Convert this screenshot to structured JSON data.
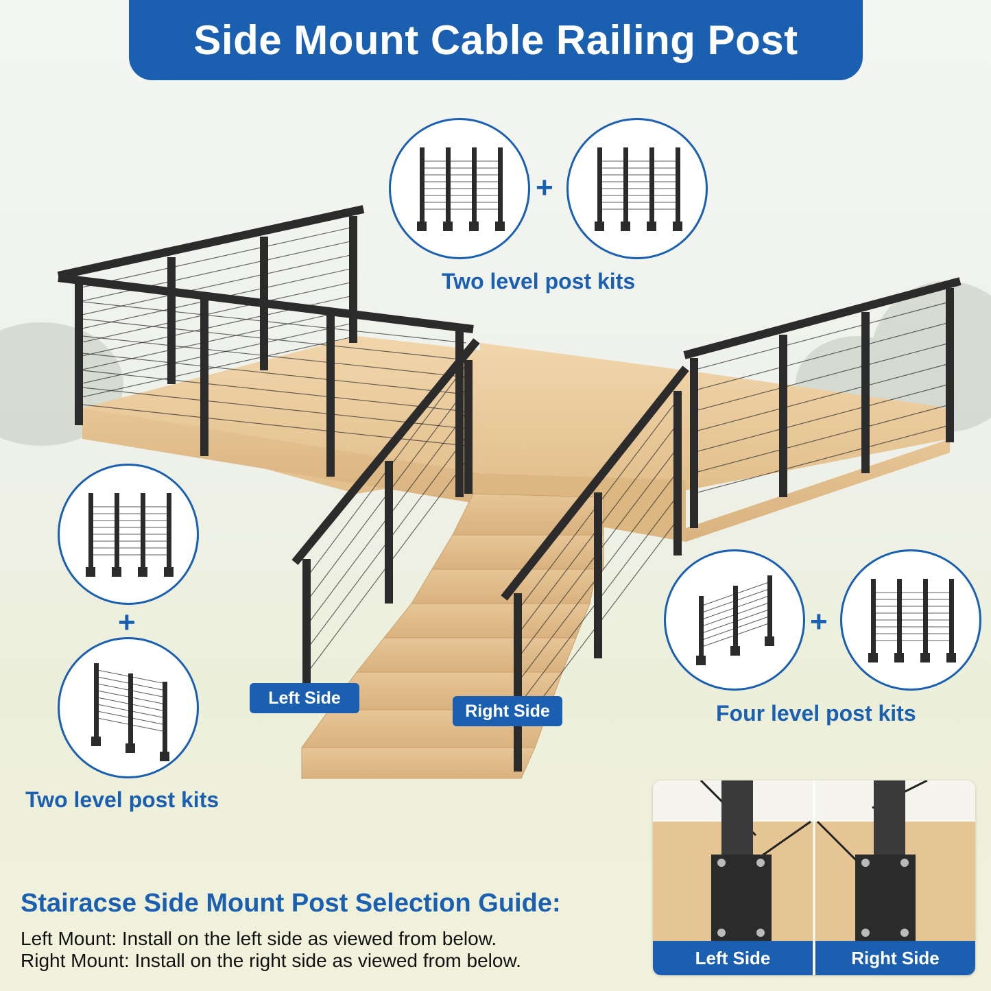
{
  "banner": {
    "title": "Side Mount Cable Railing Post"
  },
  "kits": {
    "top": {
      "label": "Two level post kits",
      "plus": "+"
    },
    "left": {
      "label": "Two level post kits",
      "plus": "+"
    },
    "right": {
      "label": "Four level post kits",
      "plus": "+"
    }
  },
  "stairs": {
    "left_tag": "Left Side",
    "right_tag": "Right Side"
  },
  "guide": {
    "title": "Stairacse Side Mount Post Selection Guide:",
    "left_mount": "Left Mount: Install on the left side as viewed from below.",
    "right_mount": "Right Mount: Install on the right side as viewed from below."
  },
  "detail": {
    "left_label": "Left Side",
    "right_label": "Right Side"
  },
  "colors": {
    "brand_blue": "#1b5fb0",
    "post_black": "#2b2b2b",
    "wood": "#e8c99a"
  }
}
